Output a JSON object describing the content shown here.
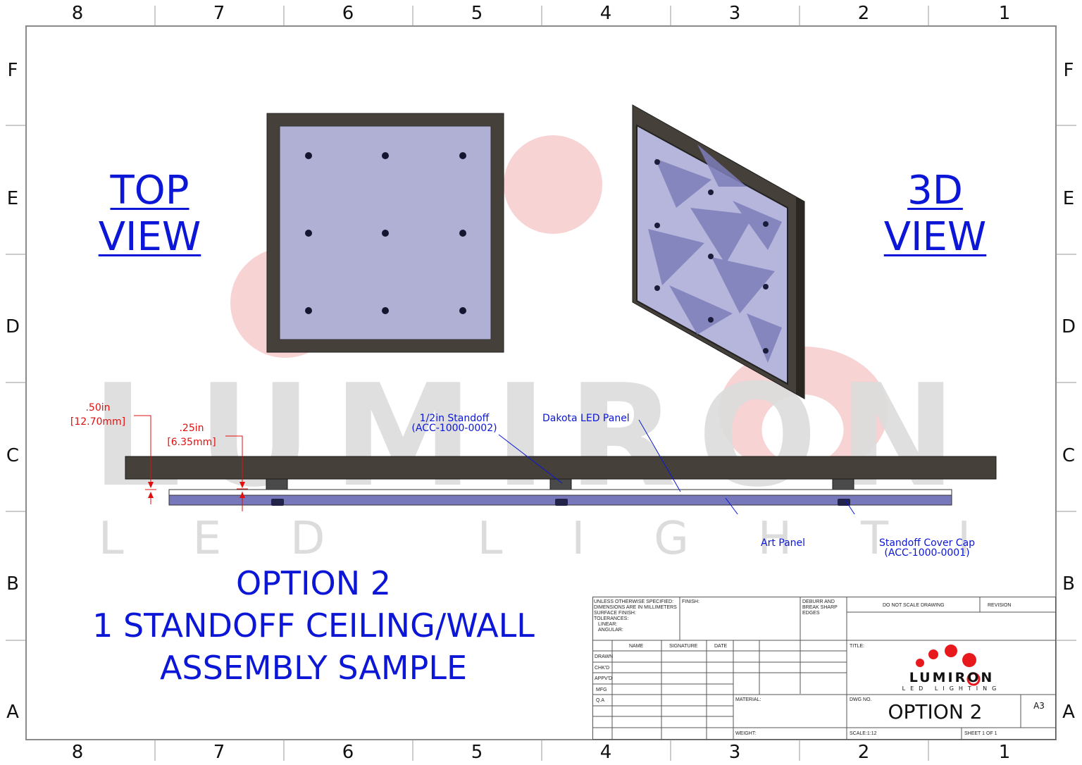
{
  "border_zones": {
    "columns": [
      "8",
      "7",
      "6",
      "5",
      "4",
      "3",
      "2",
      "1"
    ],
    "rows": [
      "F",
      "E",
      "D",
      "C",
      "B",
      "A"
    ]
  },
  "watermark": {
    "brand": "LUMIRON",
    "tagline": "LED LIGHTING"
  },
  "views": {
    "top_view": {
      "line1": "TOP",
      "line2": "VIEW"
    },
    "iso_view": {
      "line1": "3D",
      "line2": "VIEW"
    }
  },
  "dimensions": {
    "d1_in": ".50in",
    "d1_mm": "[12.70mm]",
    "d2_in": ".25in",
    "d2_mm": "[6.35mm]"
  },
  "callouts": {
    "standoff_name": "1/2in Standoff",
    "standoff_pn": "(ACC-1000-0002)",
    "led_panel": "Dakota LED Panel",
    "art_panel": "Art Panel",
    "cap_name": "Standoff Cover Cap",
    "cap_pn": "(ACC-1000-0001)"
  },
  "option_title": {
    "line1": "OPTION 2",
    "line2": "1 STANDOFF CEILING/WALL",
    "line3": "ASSEMBLY SAMPLE"
  },
  "title_block": {
    "spec_lines": [
      "UNLESS OTHERWISE SPECIFIED:",
      "DIMENSIONS ARE IN MILLIMETERS",
      "SURFACE FINISH:",
      "TOLERANCES:",
      "LINEAR:",
      "ANGULAR:"
    ],
    "finish": "FINISH:",
    "deburr": [
      "DEBURR AND",
      "BREAK SHARP",
      "EDGES"
    ],
    "no_scale": "DO NOT SCALE DRAWING",
    "revision": "REVISION",
    "col_name": "NAME",
    "col_signature": "SIGNATURE",
    "col_date": "DATE",
    "rows": [
      "DRAWN",
      "CHK'D",
      "APPV'D",
      "MFG",
      "Q.A"
    ],
    "title_label": "TITLE:",
    "material": "MATERIAL:",
    "weight": "WEIGHT:",
    "dwg_no_label": "DWG NO.",
    "dwg_no": "OPTION 2",
    "size": "A3",
    "scale": "SCALE:1:12",
    "sheet": "SHEET 1 OF 1",
    "logo_brand": "LUMIRON",
    "logo_tagline": "LED LIGHTING"
  },
  "colors": {
    "frame": "#45403a",
    "panel": "#b0b0d4",
    "art_panel": "#7777bb",
    "callout_blue": "#0b16d6",
    "dimension_red": "#e01010",
    "watermark_grey": "#dcdcdc",
    "watermark_red": "#f7d3d3",
    "logo_red": "#e8191c"
  }
}
